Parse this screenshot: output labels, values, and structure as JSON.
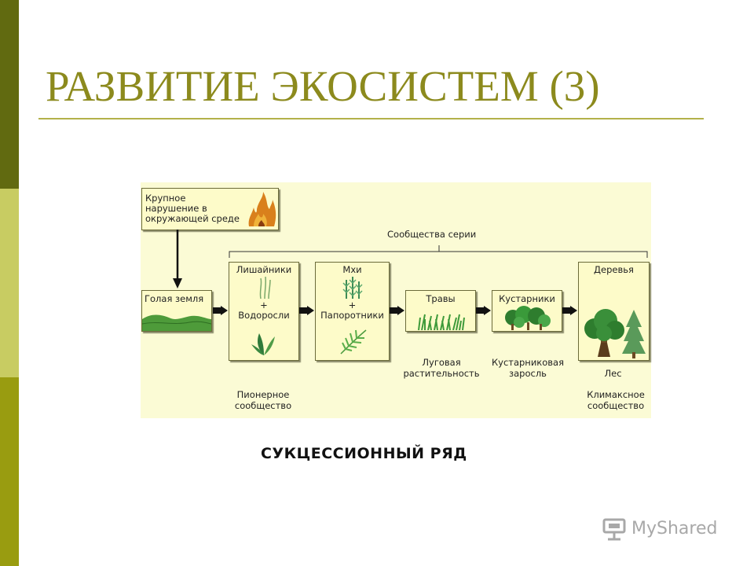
{
  "slide": {
    "title": "РАЗВИТИЕ ЭКОСИСТЕМ (3)",
    "subtitle": "СУКЦЕССИОННЫЙ РЯД"
  },
  "diagram": {
    "disturbance": [
      "Крупное",
      "нарушение в",
      "окружающей среде"
    ],
    "bare_ground": "Голая земля",
    "series_label": "Сообщества серии",
    "lichens": {
      "line1": "Лишайники",
      "plus": "+",
      "line2": "Водоросли"
    },
    "mosses": {
      "line1": "Мхи",
      "plus": "+",
      "line2": "Папоротники"
    },
    "grasses": "Травы",
    "shrubs": "Кустарники",
    "trees": "Деревья",
    "caption_meadow": [
      "Луговая",
      "растительность"
    ],
    "caption_thicket": [
      "Кустарниковая",
      "заросль"
    ],
    "caption_forest": "Лес",
    "caption_pioneer": [
      "Пионерное",
      "сообщество"
    ],
    "caption_climax": [
      "Климаксное",
      "сообщество"
    ]
  },
  "watermark": {
    "text": "MyShared"
  },
  "colors": {
    "strip_dark": "#616a10",
    "strip_light": "#c8cc62",
    "strip_mid": "#999c10",
    "title": "#8c8a1d",
    "panel": "#fbfbd5",
    "box": "#fdfbc9"
  }
}
